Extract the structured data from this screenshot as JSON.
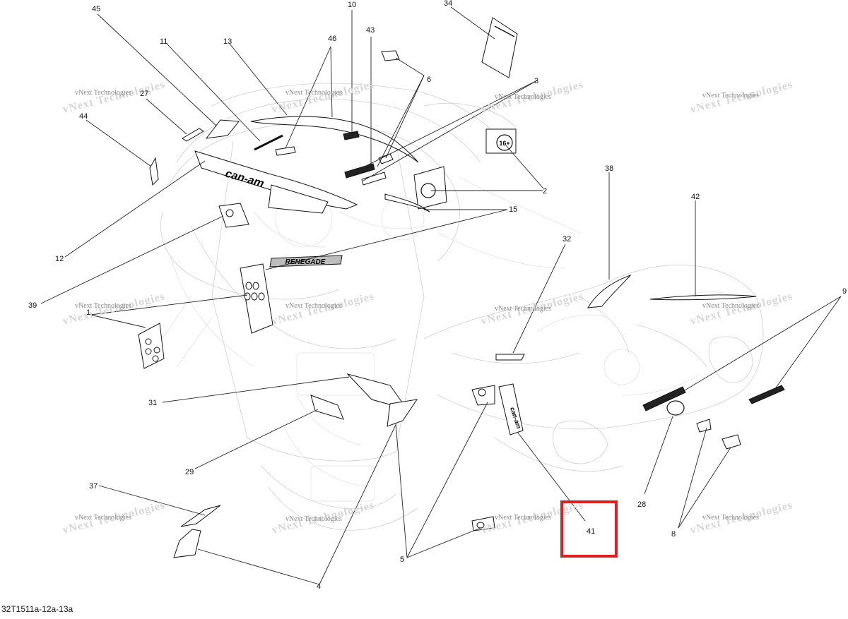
{
  "diagram": {
    "reference_code": "32T1511a-12a-13a",
    "watermark_small": "vNext Technologies",
    "watermark_large": "vNext Technologies",
    "highlight_color": "#e02020",
    "callouts": [
      "45",
      "11",
      "13",
      "46",
      "10",
      "43",
      "34",
      "27",
      "6",
      "3",
      "44",
      "2",
      "38",
      "42",
      "15",
      "12",
      "32",
      "39",
      "9",
      "1",
      "31",
      "29",
      "28",
      "37",
      "8",
      "5",
      "41",
      "4"
    ],
    "decal_text": {
      "can_am": "can-am",
      "renegade": "RENEGADE",
      "age_badge": "16+"
    }
  }
}
